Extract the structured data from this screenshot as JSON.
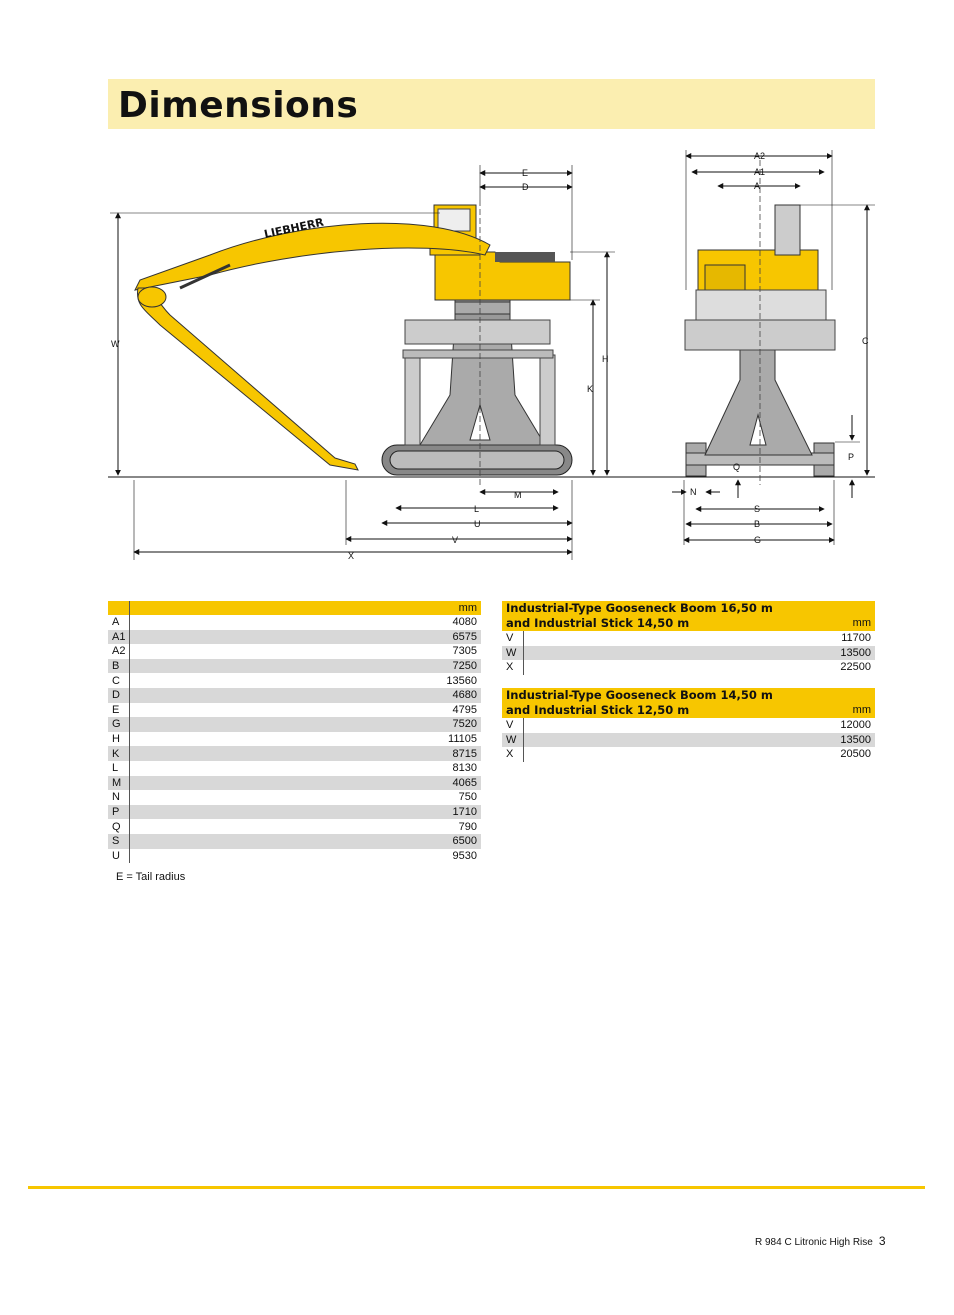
{
  "page": {
    "title": "Dimensions",
    "note": "E = Tail radius",
    "footer_text": "R 984 C Litronic High Rise",
    "page_number": "3"
  },
  "drawing": {
    "brand": "LIEBHERR",
    "side_labels": [
      "E",
      "D",
      "W",
      "H",
      "K",
      "M",
      "L",
      "U",
      "V",
      "X"
    ],
    "front_labels": [
      "A2",
      "A1",
      "A",
      "C",
      "P",
      "Q",
      "N",
      "S",
      "B",
      "G"
    ]
  },
  "main_table": {
    "unit": "mm",
    "rows": [
      {
        "key": "A",
        "value": "4080"
      },
      {
        "key": "A1",
        "value": "6575"
      },
      {
        "key": "A2",
        "value": "7305"
      },
      {
        "key": "B",
        "value": "7250"
      },
      {
        "key": "C",
        "value": "13560"
      },
      {
        "key": "D",
        "value": "4680"
      },
      {
        "key": "E",
        "value": "4795"
      },
      {
        "key": "G",
        "value": "7520"
      },
      {
        "key": "H",
        "value": "11105"
      },
      {
        "key": "K",
        "value": "8715"
      },
      {
        "key": "L",
        "value": "8130"
      },
      {
        "key": "M",
        "value": "4065"
      },
      {
        "key": "N",
        "value": "750"
      },
      {
        "key": "P",
        "value": "1710"
      },
      {
        "key": "Q",
        "value": "790"
      },
      {
        "key": "S",
        "value": "6500"
      },
      {
        "key": "U",
        "value": "9530"
      }
    ]
  },
  "boom_tables": [
    {
      "line1": "Industrial-Type Gooseneck Boom 16,50 m",
      "line2": "and Industrial Stick 14,50 m",
      "unit": "mm",
      "rows": [
        {
          "key": "V",
          "value": "11700"
        },
        {
          "key": "W",
          "value": "13500"
        },
        {
          "key": "X",
          "value": "22500"
        }
      ]
    },
    {
      "line1": "Industrial-Type Gooseneck Boom 14,50 m",
      "line2": "and Industrial Stick 12,50 m",
      "unit": "mm",
      "rows": [
        {
          "key": "V",
          "value": "12000"
        },
        {
          "key": "W",
          "value": "13500"
        },
        {
          "key": "X",
          "value": "20500"
        }
      ]
    }
  ]
}
